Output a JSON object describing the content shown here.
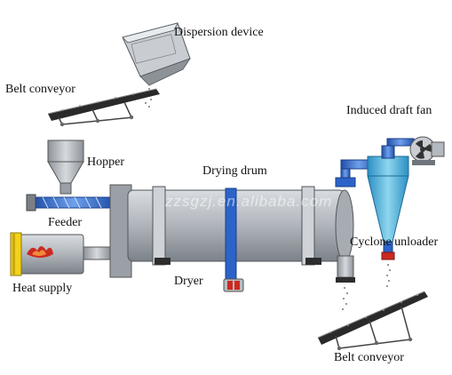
{
  "labels": {
    "dispersion_device": "Dispersion device",
    "belt_conveyor_top": "Belt conveyor",
    "hopper": "Hopper",
    "feeder": "Feeder",
    "heat_supply": "Heat supply",
    "drying_drum": "Drying drum",
    "dryer": "Dryer",
    "induced_draft_fan": "Induced draft fan",
    "cyclone_unloader": "Cyclone unloader",
    "belt_conveyor_bottom": "Belt conveyor"
  },
  "watermark": "zzsgzj.en.alibaba.com",
  "colors": {
    "steel": "#b9bdc2",
    "steel_dark": "#6e747b",
    "blue": "#2c63c8",
    "cyan": "#3fb0d8",
    "yellow": "#f2d21b",
    "red": "#cc2a20",
    "belt": "#222222"
  }
}
